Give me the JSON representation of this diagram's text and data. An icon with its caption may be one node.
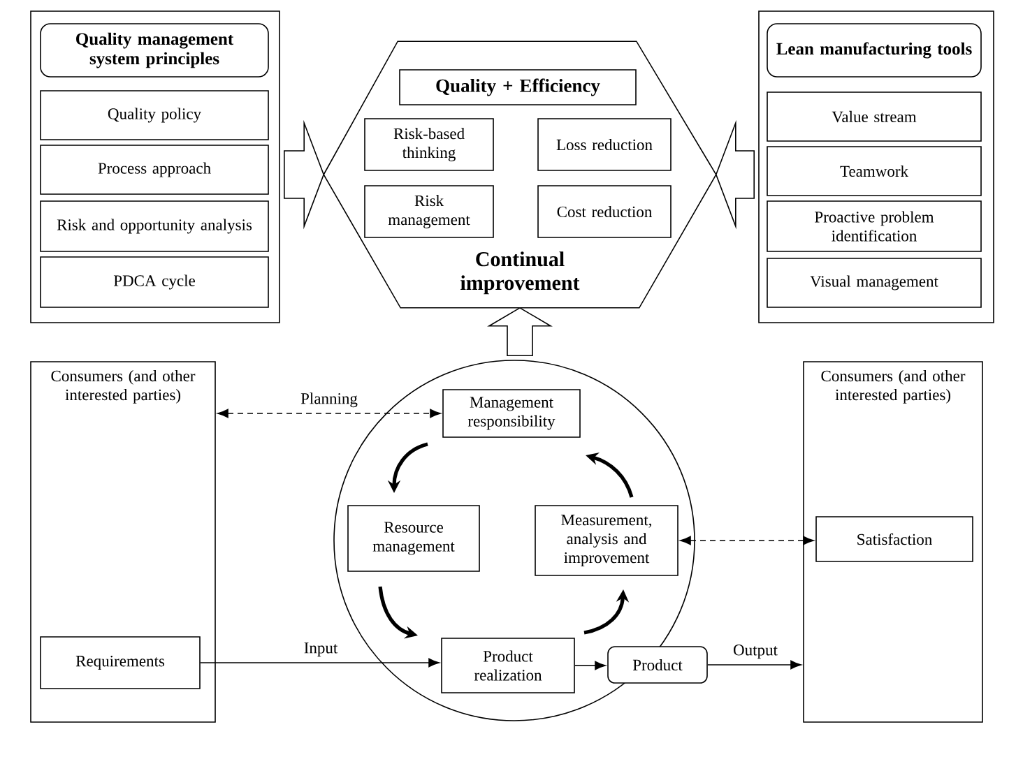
{
  "diagram": {
    "nodes": [
      {
        "text": [],
        "shape": "box"
      },
      {
        "text": [
          "Quality management system principles"
        ],
        "in": 0
      },
      {
        "text": [
          "Quality policy"
        ],
        "in": 0
      },
      {
        "text": [
          "Process approach"
        ],
        "in": 0
      },
      {
        "text": [
          "Risk and opportunity analysis"
        ],
        "in": 0
      },
      {
        "text": [
          "PDCA cycle"
        ],
        "in": 0
      },
      {
        "text": [
          "Continual improvement"
        ]
      },
      {
        "text": [
          "Quality + Efficiency"
        ],
        "in": 6
      },
      {
        "text": [
          "Risk-based thinking"
        ],
        "in": 6
      },
      {
        "text": [
          "Loss reduction"
        ],
        "in": 6
      },
      {
        "text": [
          "Risk management"
        ],
        "in": 6
      },
      {
        "text": [
          "Cost reduction"
        ],
        "in": 6
      },
      {
        "text": [],
        "shape": "box"
      },
      {
        "text": [
          "Lean manufacturing tools"
        ],
        "in": 12
      },
      {
        "text": [
          "Value stream"
        ],
        "in": 12
      },
      {
        "text": [
          "Teamwork"
        ],
        "in": 12
      },
      {
        "text": [
          "Proactive problem identification"
        ],
        "in": 12
      },
      {
        "text": [
          "Visual management"
        ],
        "in": 12
      },
      {
        "text": [
          "Consumers (and other interested parties)"
        ]
      },
      {
        "text": [
          "Requirements"
        ],
        "in": 18
      },
      {
        "text": [],
        "shape": "circle"
      },
      {
        "text": [
          "Management responsibility"
        ],
        "in": 20
      },
      {
        "text": [
          "Resource management"
        ],
        "in": 20
      },
      {
        "text": [
          "Measurement, analysis and improvement"
        ],
        "in": 20
      },
      {
        "text": [
          "Product realization"
        ],
        "in": 20
      },
      {
        "text": [
          "Product"
        ]
      },
      {
        "text": [
          "Consumers (and other interested parties)"
        ]
      },
      {
        "text": [
          "Satisfaction"
        ],
        "in": 26
      }
    ],
    "edges": [
      {
        "from": 0,
        "to": 6,
        "arrow": "to"
      },
      {
        "from": 12,
        "to": 6,
        "arrow": "to"
      },
      {
        "from": 20,
        "to": 6,
        "arrow": "to"
      },
      {
        "from": 18,
        "to": 21,
        "arrow": "both",
        "style": "dashed",
        "label": "Planning"
      },
      {
        "from": 23,
        "to": 27,
        "arrow": "both",
        "style": "dashed"
      },
      {
        "from": 21,
        "to": 22,
        "arrow": "to",
        "style": "thick"
      },
      {
        "from": 22,
        "to": 24,
        "arrow": "to",
        "style": "thick"
      },
      {
        "from": 24,
        "to": 23,
        "arrow": "to",
        "style": "thick"
      },
      {
        "from": 23,
        "to": 21,
        "arrow": "to",
        "style": "thick"
      },
      {
        "from": 19,
        "to": 24,
        "arrow": "to",
        "label": "Input"
      },
      {
        "from": 24,
        "to": 25,
        "arrow": "to"
      },
      {
        "from": 25,
        "to": 26,
        "arrow": "to",
        "label": "Output"
      }
    ]
  }
}
